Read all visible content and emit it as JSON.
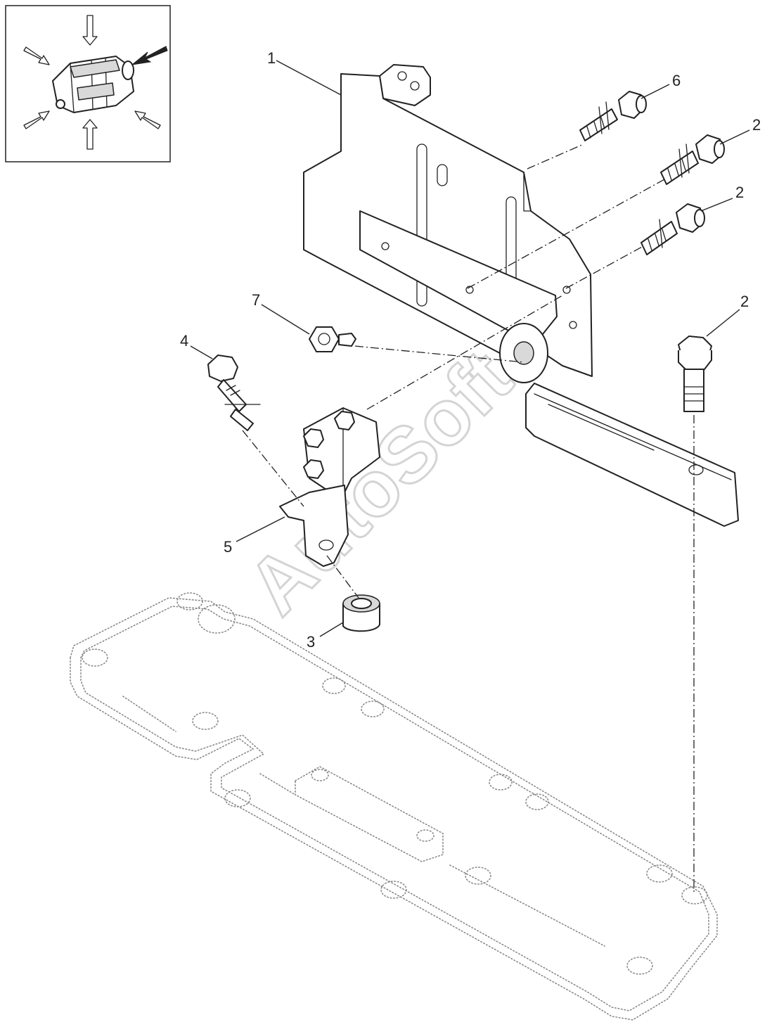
{
  "diagram": {
    "watermark": "AutoSoft",
    "callouts": {
      "c1": "1",
      "c2a": "2",
      "c2b": "2",
      "c2c": "2",
      "c3": "3",
      "c4": "4",
      "c5": "5",
      "c6": "6",
      "c7": "7"
    },
    "inset": {
      "icon": "torque-pattern-icon",
      "arrow_color": "#222222"
    }
  }
}
